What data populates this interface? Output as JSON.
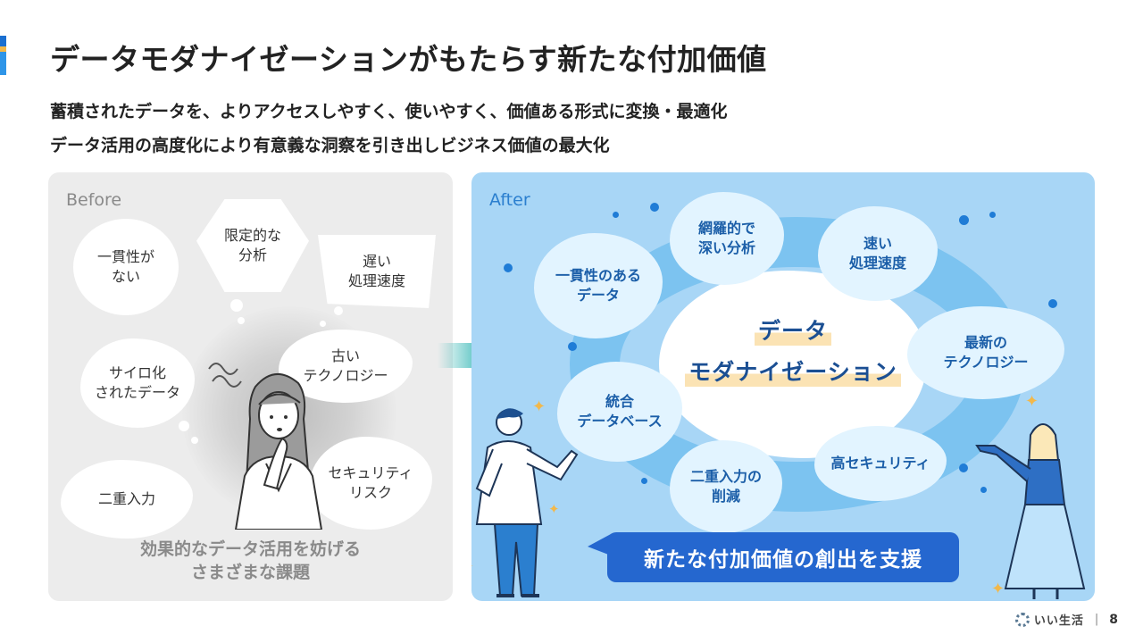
{
  "title": "データモダナイゼーションがもたらす新たな付加価値",
  "subtitle_lines": [
    "蓄積されたデータを、よりアクセスしやすく、使いやすく、価値ある形式に変換・最適化",
    "データ活用の高度化により有意義な洞察を引き出しビジネス価値の最大化"
  ],
  "before": {
    "label": "Before",
    "bubbles": [
      "一貫性が\nない",
      "限定的な\n分析",
      "遅い\n処理速度",
      "サイロ化\nされたデータ",
      "古い\nテクノロジー",
      "二重入力",
      "セキュリティ\nリスク"
    ],
    "caption": "効果的なデータ活用を妨げる\nさまざまな課題"
  },
  "after": {
    "label": "After",
    "center_lines": [
      "データ",
      "モダナイゼーション"
    ],
    "bubbles": [
      "一貫性のある\nデータ",
      "網羅的で\n深い分析",
      "速い\n処理速度",
      "最新の\nテクノロジー",
      "統合\nデータベース",
      "二重入力の\n削減",
      "高セキュリティ"
    ],
    "support_text": "新たな付加価値の創出を支援"
  },
  "footer": {
    "brand": "いい生活",
    "page": "8"
  },
  "colors": {
    "accent": "#2567cf",
    "after_bg": "#a8d6f6",
    "before_bg": "#ececec",
    "highlight": "#fbe3b4",
    "sparkle": "#f2b84a"
  }
}
